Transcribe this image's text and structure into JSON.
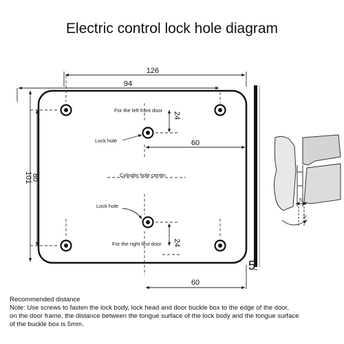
{
  "title": "Electric control lock hole diagram",
  "dimensions": {
    "width_overall": "126",
    "width_holes": "94",
    "height_overall": "101",
    "height_holes": "80",
    "offset_top": "24",
    "offset_bottom": "24",
    "center_offset_top": "60",
    "center_offset_bottom": "60",
    "gap": "5"
  },
  "labels": {
    "left_front_door": "For the left front door",
    "right_front_door": "For the right first door",
    "lock_hole_top": "Lock hole",
    "lock_hole_bottom": "Lock hole",
    "cylinder_center": "Cylinder hole center"
  },
  "detail": {
    "gap_label": "5",
    "angle_label": "3°"
  },
  "notes": {
    "heading": "Recommended distance",
    "line1": "Note: Use screws to fasten the lock body, lock head and door buckle box to the edge of the door,",
    "line2": "on the door frame, the distance between the tongue surface of the lock body and the tongue surface",
    "line3": "of the buckle box is 5mm."
  }
}
